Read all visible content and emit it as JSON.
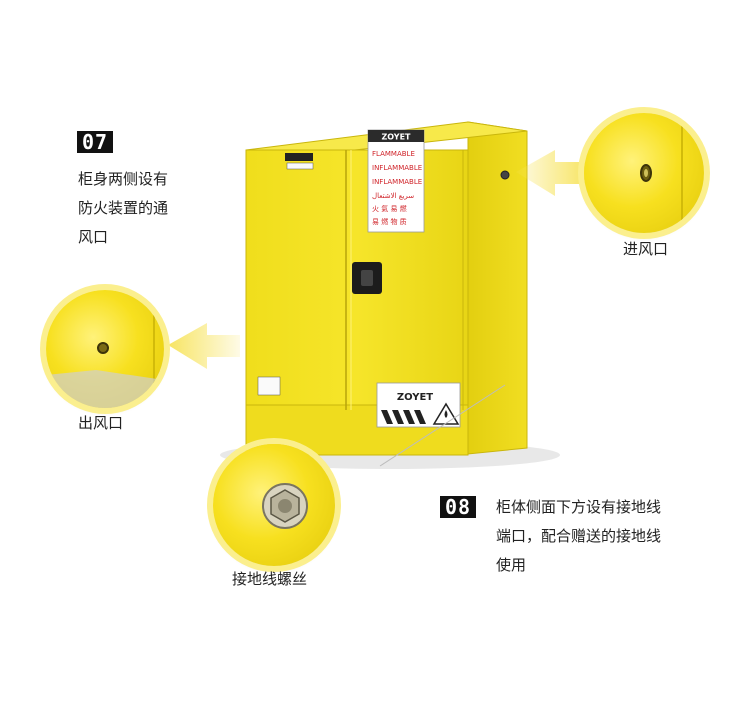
{
  "feature_07": {
    "badge": "07",
    "text": "柜身两侧设有\n防火装置的通\n风口"
  },
  "feature_08": {
    "badge": "08",
    "text": "柜体侧面下方设有接地线\n端口，配合赠送的接地线\n使用"
  },
  "callouts": {
    "inlet": "进风口",
    "outlet": "出风口",
    "ground_screw": "接地线螺丝"
  },
  "cabinet": {
    "brand": "ZOYET",
    "warnings": [
      "FLAMMABLE",
      "INFLAMMABLE",
      "INFLAMMABLE",
      "سريع الاشتعال",
      "火 氣 易 燃",
      "易 燃 物 质"
    ]
  },
  "colors": {
    "cabinet_yellow": "#f2e01c",
    "arrow_yellow": "#f7e35a",
    "warning_red": "#d0242a",
    "badge_black": "#111111"
  },
  "icons": [
    "flammable-hazard-icon",
    "handle-lock-icon",
    "vent-icon",
    "ground-screw-icon"
  ]
}
